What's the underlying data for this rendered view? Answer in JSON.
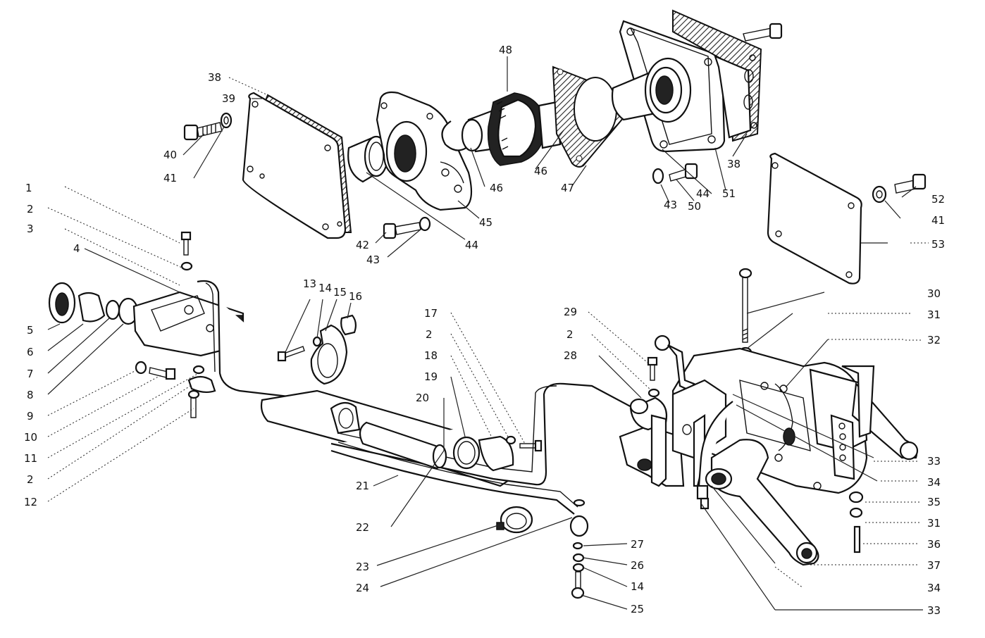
{
  "labels": [
    {
      "id": "l38a",
      "text": "38"
    },
    {
      "id": "l39",
      "text": "39"
    },
    {
      "id": "l40",
      "text": "40"
    },
    {
      "id": "l41a",
      "text": "41"
    },
    {
      "id": "l48",
      "text": "48"
    },
    {
      "id": "l46a",
      "text": "46"
    },
    {
      "id": "l46b",
      "text": "46"
    },
    {
      "id": "l47",
      "text": "47"
    },
    {
      "id": "l44a",
      "text": "44"
    },
    {
      "id": "l45",
      "text": "45"
    },
    {
      "id": "l42",
      "text": "42"
    },
    {
      "id": "l43a",
      "text": "43"
    },
    {
      "id": "l43b",
      "text": "43"
    },
    {
      "id": "l50",
      "text": "50"
    },
    {
      "id": "l44b",
      "text": "44"
    },
    {
      "id": "l51",
      "text": "51"
    },
    {
      "id": "l38b",
      "text": "38"
    },
    {
      "id": "l52",
      "text": "52"
    },
    {
      "id": "l41b",
      "text": "41"
    },
    {
      "id": "l53",
      "text": "53"
    },
    {
      "id": "l1",
      "text": "1"
    },
    {
      "id": "l2a",
      "text": "2"
    },
    {
      "id": "l3",
      "text": "3"
    },
    {
      "id": "l4",
      "text": "4"
    },
    {
      "id": "l5",
      "text": "5"
    },
    {
      "id": "l6",
      "text": "6"
    },
    {
      "id": "l7",
      "text": "7"
    },
    {
      "id": "l8",
      "text": "8"
    },
    {
      "id": "l9",
      "text": "9"
    },
    {
      "id": "l10",
      "text": "10"
    },
    {
      "id": "l11",
      "text": "11"
    },
    {
      "id": "l2b",
      "text": "2"
    },
    {
      "id": "l12",
      "text": "12"
    },
    {
      "id": "l13",
      "text": "13"
    },
    {
      "id": "l14a",
      "text": "14"
    },
    {
      "id": "l15",
      "text": "15"
    },
    {
      "id": "l16",
      "text": "16"
    },
    {
      "id": "l17",
      "text": "17"
    },
    {
      "id": "l2c",
      "text": "2"
    },
    {
      "id": "l18",
      "text": "18"
    },
    {
      "id": "l19",
      "text": "19"
    },
    {
      "id": "l20",
      "text": "20"
    },
    {
      "id": "l21",
      "text": "21"
    },
    {
      "id": "l22",
      "text": "22"
    },
    {
      "id": "l23",
      "text": "23"
    },
    {
      "id": "l24",
      "text": "24"
    },
    {
      "id": "l27",
      "text": "27"
    },
    {
      "id": "l26",
      "text": "26"
    },
    {
      "id": "l14b",
      "text": "14"
    },
    {
      "id": "l25",
      "text": "25"
    },
    {
      "id": "l29",
      "text": "29"
    },
    {
      "id": "l2d",
      "text": "2"
    },
    {
      "id": "l28",
      "text": "28"
    },
    {
      "id": "l30",
      "text": "30"
    },
    {
      "id": "l31a",
      "text": "31"
    },
    {
      "id": "l32",
      "text": "32"
    },
    {
      "id": "l33a",
      "text": "33"
    },
    {
      "id": "l34a",
      "text": "34"
    },
    {
      "id": "l35",
      "text": "35"
    },
    {
      "id": "l31b",
      "text": "31"
    },
    {
      "id": "l36",
      "text": "36"
    },
    {
      "id": "l37",
      "text": "37"
    },
    {
      "id": "l34b",
      "text": "34"
    },
    {
      "id": "l33b",
      "text": "33"
    }
  ]
}
